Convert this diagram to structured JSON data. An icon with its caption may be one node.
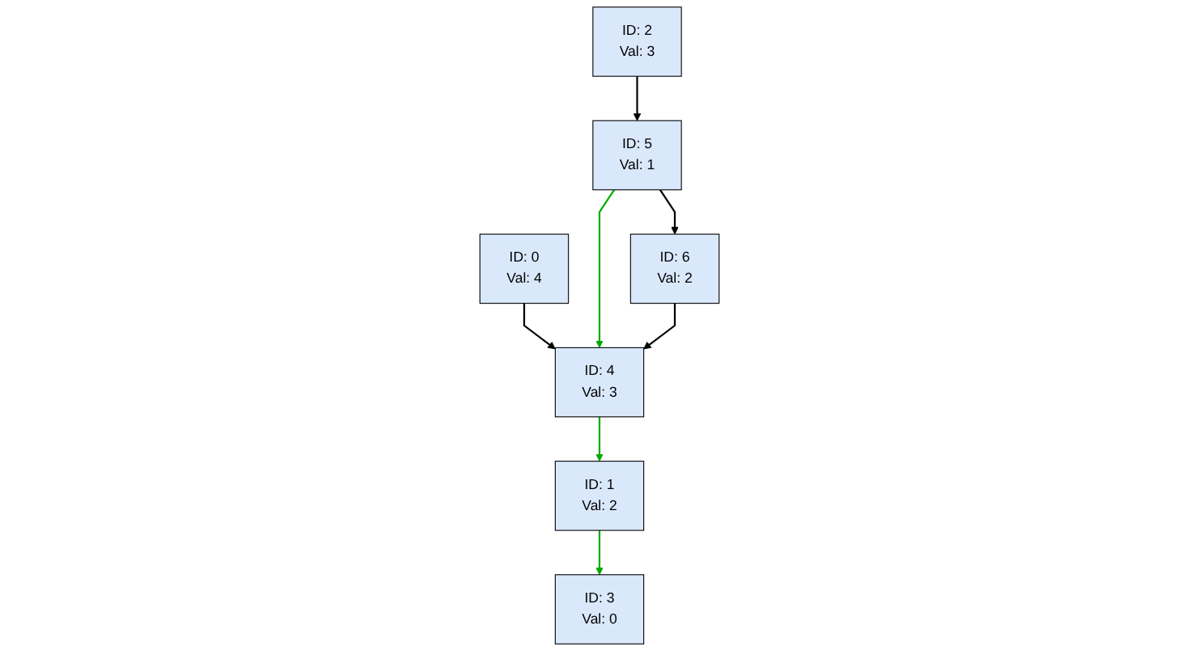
{
  "diagram": {
    "nodes": [
      {
        "text": [
          "ID: 0",
          "Val: 4"
        ]
      },
      {
        "text": [
          "ID: 1",
          "Val: 2"
        ]
      },
      {
        "text": [
          "ID: 2",
          "Val: 3"
        ]
      },
      {
        "text": [
          "ID: 3",
          "Val: 0"
        ]
      },
      {
        "text": [
          "ID: 4",
          "Val: 3"
        ]
      },
      {
        "text": [
          "ID: 5",
          "Val: 1"
        ]
      },
      {
        "text": [
          "ID: 6",
          "Val: 2"
        ]
      }
    ],
    "edges": [
      {
        "from": 0,
        "to": 4,
        "arrow": "to"
      },
      {
        "from": 1,
        "to": 3,
        "arrow": "to",
        "color": "#00aa00"
      },
      {
        "from": 4,
        "to": 1,
        "arrow": "to",
        "color": "#00aa00"
      },
      {
        "from": 2,
        "to": 5,
        "arrow": "to"
      },
      {
        "from": 5,
        "to": 4,
        "arrow": "to",
        "color": "#00aa00"
      },
      {
        "from": 5,
        "to": 6,
        "arrow": "to"
      },
      {
        "from": 6,
        "to": 4,
        "arrow": "to"
      }
    ]
  }
}
